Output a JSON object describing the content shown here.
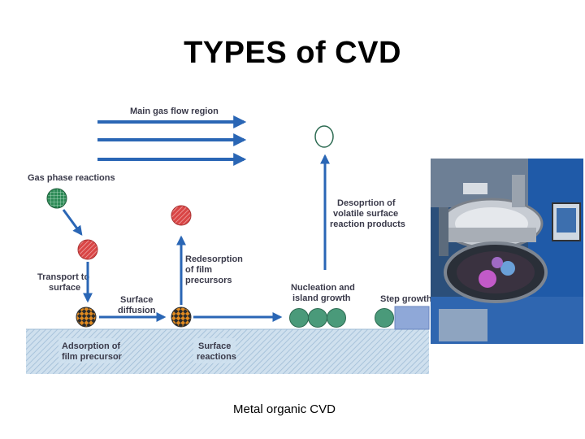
{
  "slide": {
    "title": "TYPES of CVD",
    "caption": "Metal organic CVD"
  },
  "diagram": {
    "labels": {
      "main_gas_flow": "Main gas flow region",
      "gas_phase_reactions": "Gas phase reactions",
      "transport_1": "Transport to",
      "transport_2": "surface",
      "surface_diffusion_1": "Surface",
      "surface_diffusion_2": "diffusion",
      "redesorption_1": "Redesorption",
      "redesorption_2": "of film",
      "redesorption_3": "precursors",
      "desorption_1": "Desoprtion of",
      "desorption_2": "volatile surface",
      "desorption_3": "reaction products",
      "nucleation_1": "Nucleation and",
      "nucleation_2": "island growth",
      "step_growth": "Step growth",
      "adsorption_1": "Adsorption of",
      "adsorption_2": "film precursor",
      "surface_reactions_1": "Surface",
      "surface_reactions_2": "reactions"
    },
    "colors": {
      "arrow": "#2a66b5",
      "substrate": "#c9dbea",
      "precursor_red": "#d94545",
      "gas_green": "#2e8b57",
      "nucleus": "#4a9a7a",
      "step": "#8fa8d8"
    }
  },
  "photo": {
    "icon": "mocvd-reactor-photo"
  }
}
